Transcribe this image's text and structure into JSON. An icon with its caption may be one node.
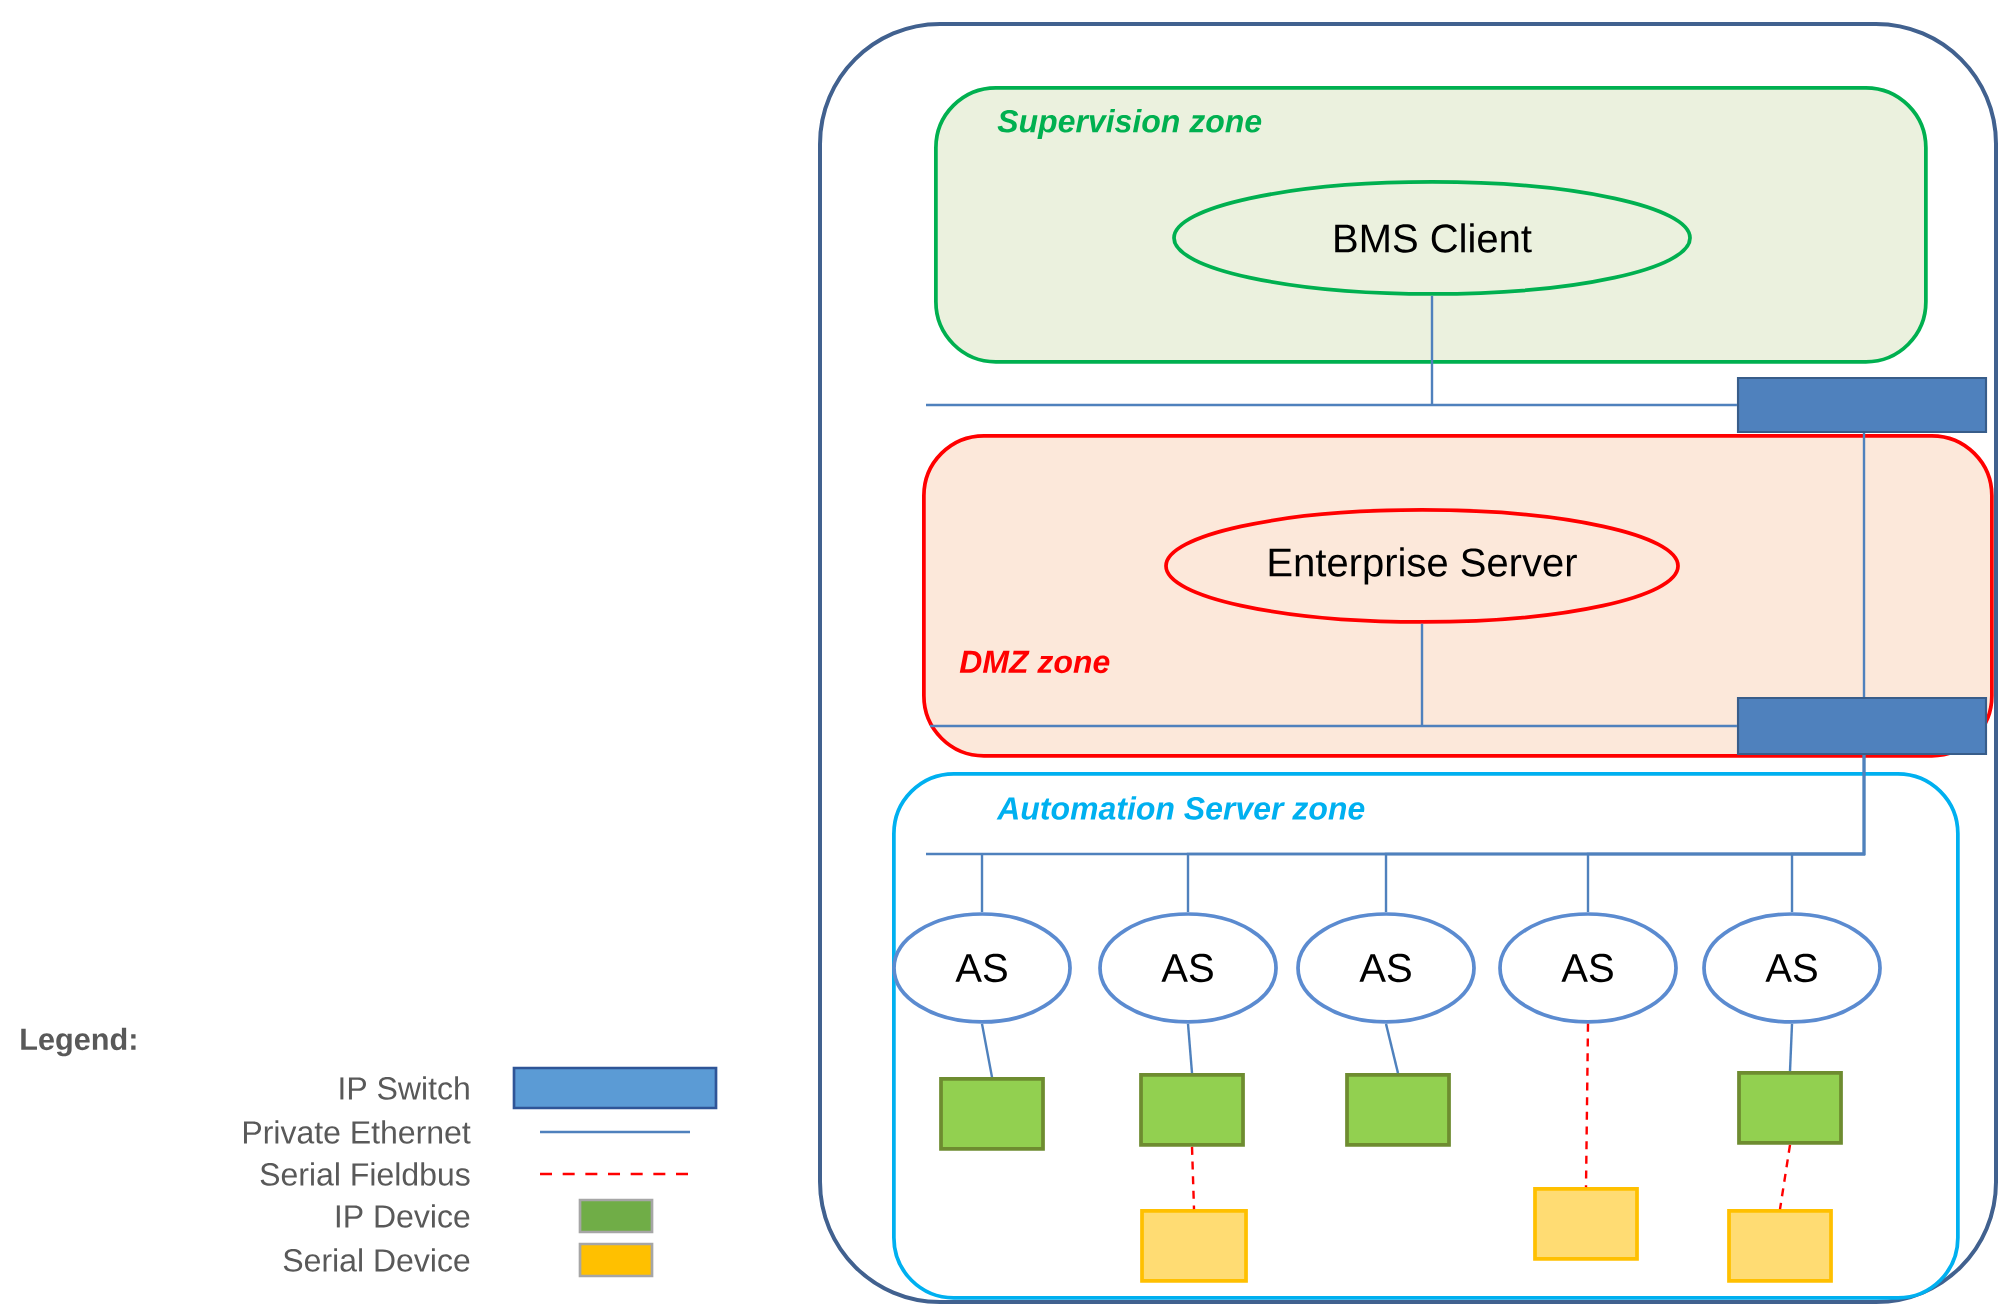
{
  "diagram": {
    "nodes": [
      {
        "text": [
          "Supervision zone"
        ]
      },
      {
        "text": [
          "BMS Client"
        ],
        "in": 0
      },
      {
        "text": [],
        "shape": "box"
      },
      {
        "text": [
          "DMZ zone"
        ]
      },
      {
        "text": [
          "Enterprise Server"
        ],
        "in": 3
      },
      {
        "text": [],
        "shape": "box",
        "in": 3
      },
      {
        "text": [
          "Automation Server zone"
        ]
      },
      {
        "text": [
          "AS"
        ],
        "in": 6
      },
      {
        "text": [
          "AS"
        ],
        "in": 6
      },
      {
        "text": [
          "AS"
        ],
        "in": 6
      },
      {
        "text": [
          "AS"
        ],
        "in": 6
      },
      {
        "text": [
          "AS"
        ],
        "in": 6
      },
      {
        "text": [],
        "shape": "box",
        "in": 6
      },
      {
        "text": [],
        "shape": "box",
        "in": 6
      },
      {
        "text": [],
        "shape": "box",
        "in": 6
      },
      {
        "text": [],
        "shape": "box",
        "in": 6
      },
      {
        "text": [],
        "shape": "box",
        "in": 6
      },
      {
        "text": [],
        "shape": "box",
        "in": 6
      },
      {
        "text": [],
        "shape": "box",
        "in": 6
      }
    ],
    "edges": [
      {
        "from": 1,
        "to": 2,
        "arrow": "none"
      },
      {
        "from": 2,
        "to": 5,
        "arrow": "none"
      },
      {
        "from": 4,
        "to": 5,
        "arrow": "none"
      },
      {
        "from": 5,
        "to": 7,
        "arrow": "none"
      },
      {
        "from": 5,
        "to": 8,
        "arrow": "none"
      },
      {
        "from": 5,
        "to": 9,
        "arrow": "none"
      },
      {
        "from": 5,
        "to": 10,
        "arrow": "none"
      },
      {
        "from": 5,
        "to": 11,
        "arrow": "none"
      },
      {
        "from": 7,
        "to": 12,
        "arrow": "none"
      },
      {
        "from": 8,
        "to": 13,
        "arrow": "none"
      },
      {
        "from": 9,
        "to": 14,
        "arrow": "none"
      },
      {
        "from": 11,
        "to": 15,
        "arrow": "none"
      },
      {
        "from": 13,
        "to": 16,
        "arrow": "none",
        "style": "dashed",
        "color": "#ff0000"
      },
      {
        "from": 10,
        "to": 17,
        "arrow": "none",
        "style": "dashed",
        "color": "#ff0000"
      },
      {
        "from": 15,
        "to": 18,
        "arrow": "none",
        "style": "dashed",
        "color": "#ff0000"
      }
    ],
    "labels": [
      "Legend:"
    ],
    "legend": [
      {
        "text": "IP Switch",
        "color": "#5b9bd5"
      },
      {
        "text": "Private Ethernet"
      },
      {
        "text": "Serial Fieldbus"
      },
      {
        "text": "IP Device",
        "color": "#70ad47"
      },
      {
        "text": "Serial Device",
        "color": "#ffc000"
      }
    ]
  }
}
